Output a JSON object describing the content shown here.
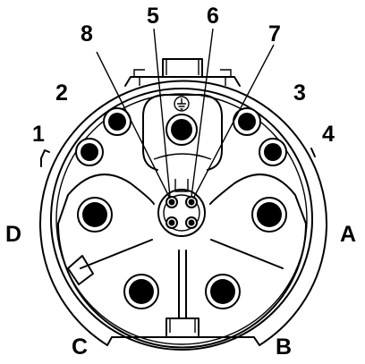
{
  "labels": {
    "pin_1": "1",
    "pin_2": "2",
    "pin_3": "3",
    "pin_4": "4",
    "pin_5": "5",
    "pin_6": "6",
    "pin_7": "7",
    "pin_8": "8",
    "pin_a": "A",
    "pin_b": "B",
    "pin_c": "C",
    "pin_d": "D"
  },
  "colors": {
    "line": "#000000",
    "background": "#ffffff"
  },
  "icons": {
    "ground": "ground-symbol-icon"
  }
}
